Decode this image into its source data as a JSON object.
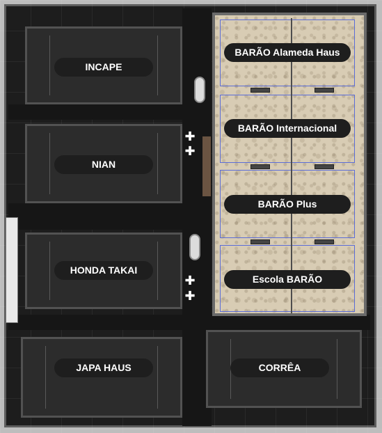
{
  "courts": {
    "incape": "INCAPE",
    "nian": "NIAN",
    "honda_takai": "HONDA TAKAI",
    "japa_haus": "JAPA HAUS",
    "correa": "CORRÊA"
  },
  "sand_courts": {
    "alameda_haus": "BARÃO Alameda Haus",
    "internacional": "BARÃO Internacional",
    "plus": "BARÃO Plus",
    "escola": "Escola BARÃO"
  },
  "colors": {
    "label_bg": "#1e1e1e",
    "label_text": "#ffffff",
    "court_floor": "#2c2c2c",
    "sand": "#d8ccb4",
    "sand_lines": "#5a6cd8"
  },
  "icons": [
    "tree-icon",
    "toilet-icon"
  ]
}
